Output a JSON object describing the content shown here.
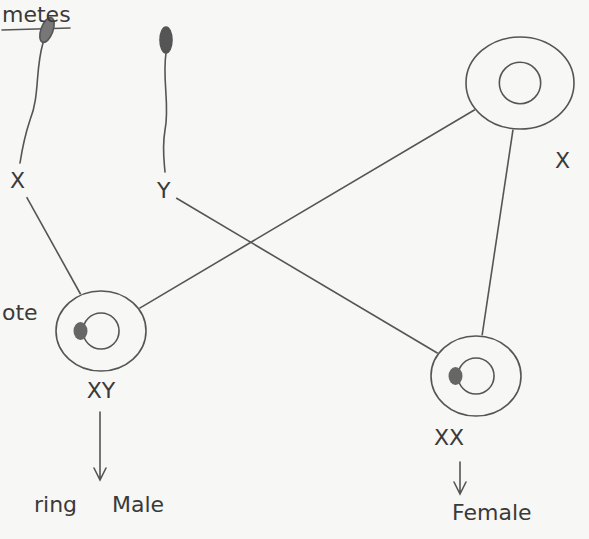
{
  "diagram": {
    "nodes": [
      {
        "text": [
          "X"
        ]
      },
      {
        "text": [
          "Y"
        ]
      },
      {
        "text": [
          "X"
        ]
      },
      {
        "text": [
          "XY"
        ]
      },
      {
        "text": [
          "XX"
        ]
      }
    ],
    "edges": [
      {
        "from": 0,
        "to": 3,
        "arrow": "none"
      },
      {
        "from": 1,
        "to": 4,
        "arrow": "none"
      },
      {
        "from": 2,
        "to": 3,
        "arrow": "none"
      },
      {
        "from": 2,
        "to": 4,
        "arrow": "none"
      }
    ],
    "labels": [
      "metes",
      "ote",
      "ring",
      "Male",
      "Female"
    ]
  }
}
